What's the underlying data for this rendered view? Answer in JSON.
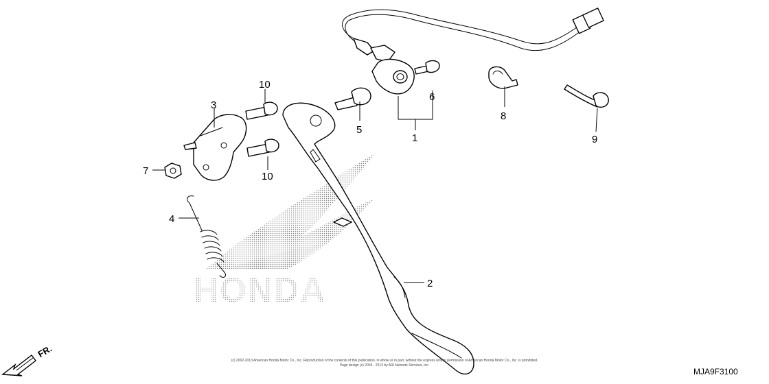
{
  "watermark": {
    "brand_text": "HONDA"
  },
  "callouts": [
    {
      "id": "c1",
      "label": "1"
    },
    {
      "id": "c2",
      "label": "2"
    },
    {
      "id": "c3",
      "label": "3"
    },
    {
      "id": "c4",
      "label": "4"
    },
    {
      "id": "c5",
      "label": "5"
    },
    {
      "id": "c6",
      "label": "6"
    },
    {
      "id": "c7",
      "label": "7"
    },
    {
      "id": "c8",
      "label": "8"
    },
    {
      "id": "c9",
      "label": "9"
    },
    {
      "id": "c10a",
      "label": "10"
    },
    {
      "id": "c10b",
      "label": "10"
    }
  ],
  "direction_marker": {
    "label": "FR."
  },
  "diagram_code": "MJA9F3100",
  "copyright": {
    "line1": "(c) 2002-2013 American Honda Motor Co., Inc. Reproduction of the contents of this publication, in whole or in part, without the express written permission of American Honda Motor Co., Inc. is prohibited.",
    "line2": "Page design (c) 2004 - 2013 by ARI Network Services, Inc."
  }
}
